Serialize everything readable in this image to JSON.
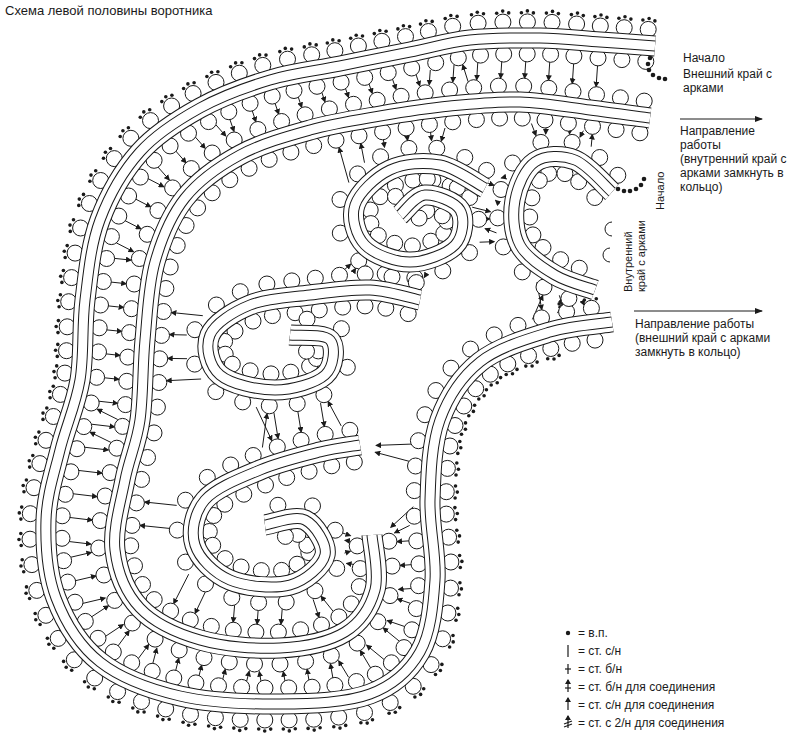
{
  "diagram": {
    "title": "Схема левой половины воротника",
    "labels": [
      "Начало",
      "Внешний край с арками",
      "Направление работы (внутренний край с арками замкнуть в кольцо)",
      "Начало",
      "Внутренний край с арками",
      "Направление работы (внешний край с арками замкнуть в кольцо)"
    ],
    "legend": [
      {
        "text": "= в.п."
      },
      {
        "text": "= ст. с/н"
      },
      {
        "text": "= ст. б/н"
      },
      {
        "text": "= ст. б/н для соединения"
      },
      {
        "text": "= ст. с/н для соединения"
      },
      {
        "text": "= ст. с 2/н для соединения"
      }
    ]
  }
}
